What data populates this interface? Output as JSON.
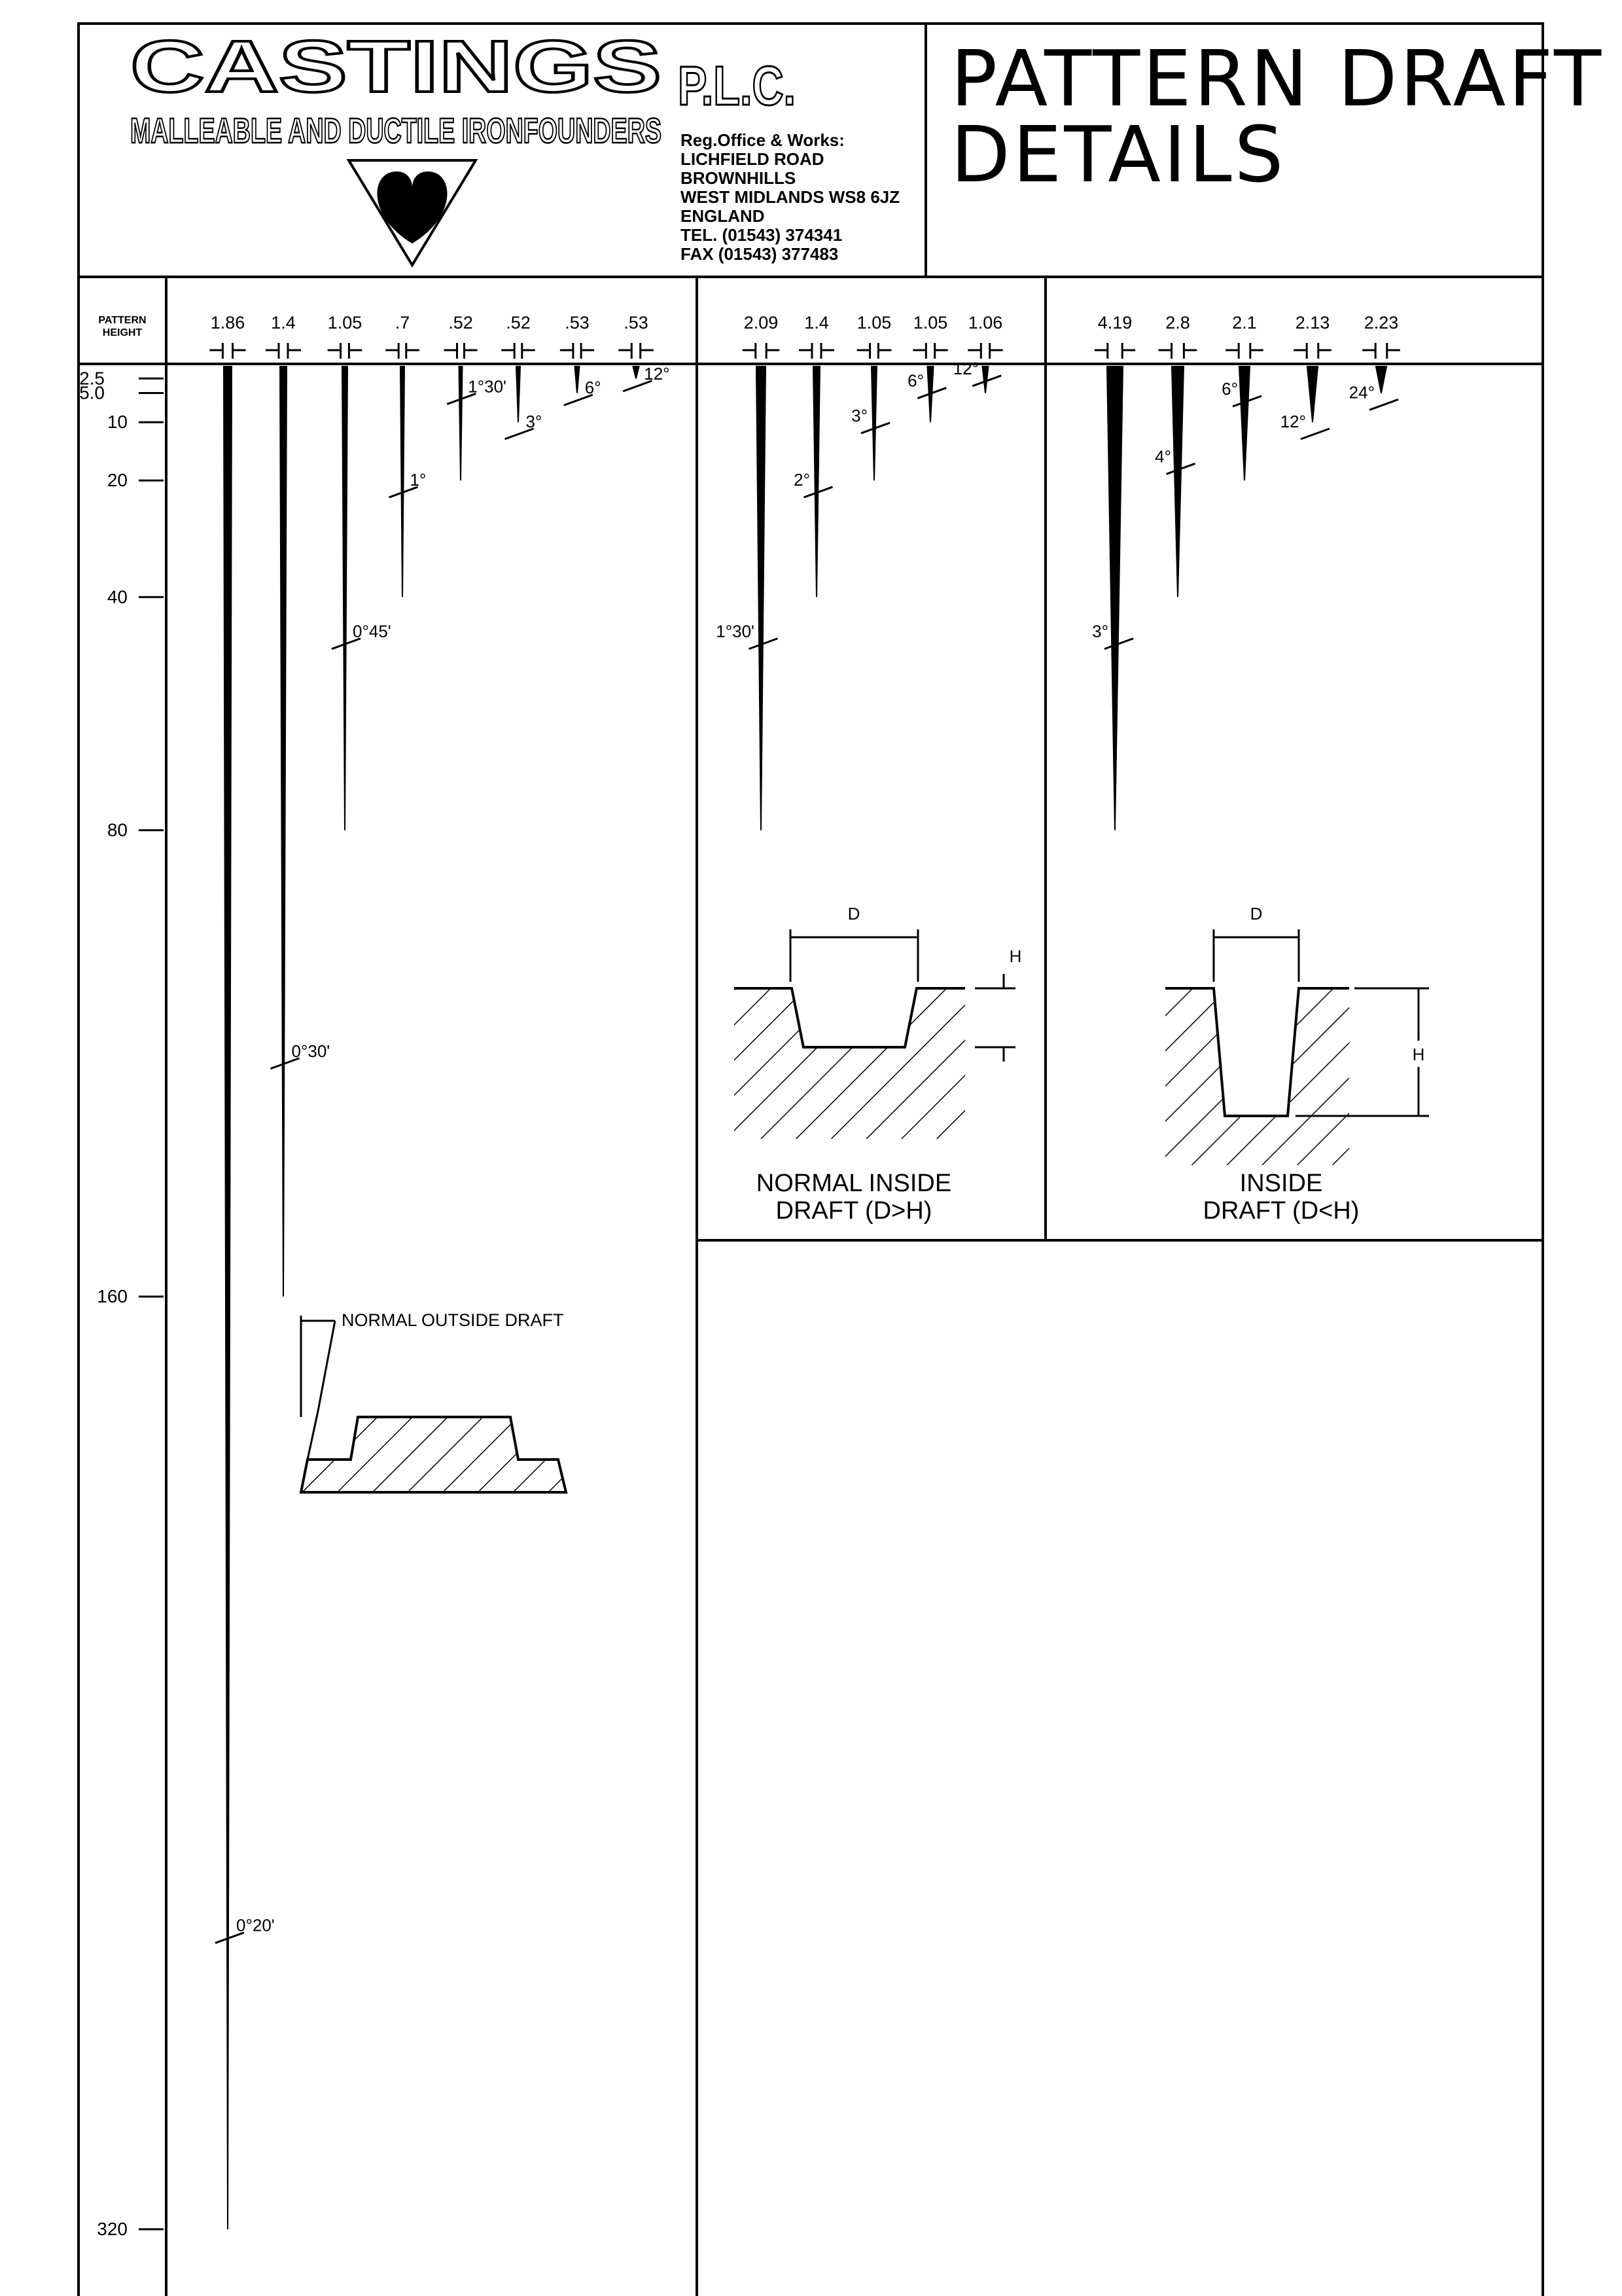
{
  "header": {
    "company": "CASTINGS",
    "plc": "P.L.C.",
    "subtitle": "MALLEABLE AND DUCTILE IRONFOUNDERS",
    "address": [
      "Reg.Office & Works:",
      "LICHFIELD ROAD",
      "BROWNHILLS",
      "WEST MIDLANDS WS8 6JZ",
      "ENGLAND",
      "TEL. (01543) 374341",
      "FAX (01543) 377483"
    ],
    "title_line1": "PATTERN DRAFT",
    "title_line2": "DETAILS"
  },
  "axis": {
    "label_line1": "PATTERN",
    "label_line2": "HEIGHT",
    "ticks": [
      "2.5",
      "5.0",
      "10",
      "20",
      "40",
      "80",
      "160",
      "320"
    ],
    "tick_values": [
      2.5,
      5,
      10,
      20,
      40,
      80,
      160,
      320
    ]
  },
  "panels": [
    {
      "widths": [
        "1.86",
        "1.4",
        "1.05",
        ".7",
        ".52",
        ".52",
        ".53",
        ".53"
      ],
      "angles": [
        "0°20'",
        "0°30'",
        "0°45'",
        "1°",
        "1°30'",
        "3°",
        "6°",
        "12°"
      ],
      "heights": [
        320,
        160,
        80,
        40,
        20,
        10,
        5,
        2.5
      ],
      "label_heights": [
        270,
        120,
        48,
        22,
        6,
        12,
        6.2,
        3.8
      ]
    },
    {
      "widths": [
        "2.09",
        "1.4",
        "1.05",
        "1.05",
        "1.06"
      ],
      "angles": [
        "1°30'",
        "2°",
        "3°",
        "6°",
        "12°"
      ],
      "heights": [
        80,
        40,
        20,
        10,
        5
      ],
      "label_heights": [
        48,
        22,
        11,
        5,
        2.9
      ]
    },
    {
      "widths": [
        "4.19",
        "2.8",
        "2.1",
        "2.13",
        "2.23"
      ],
      "angles": [
        "3°",
        "4°",
        "6°",
        "12°",
        "24°"
      ],
      "heights": [
        80,
        40,
        20,
        10,
        5
      ],
      "label_heights": [
        48,
        18,
        6.4,
        12,
        7
      ]
    }
  ],
  "details": {
    "outside_label": "NORMAL OUTSIDE DRAFT",
    "inside1_line1": "NORMAL INSIDE",
    "inside1_line2": "DRAFT (D>H)",
    "inside2_line1": "INSIDE",
    "inside2_line2": "DRAFT (D<H)",
    "d_label": "D",
    "h_label": "H"
  }
}
